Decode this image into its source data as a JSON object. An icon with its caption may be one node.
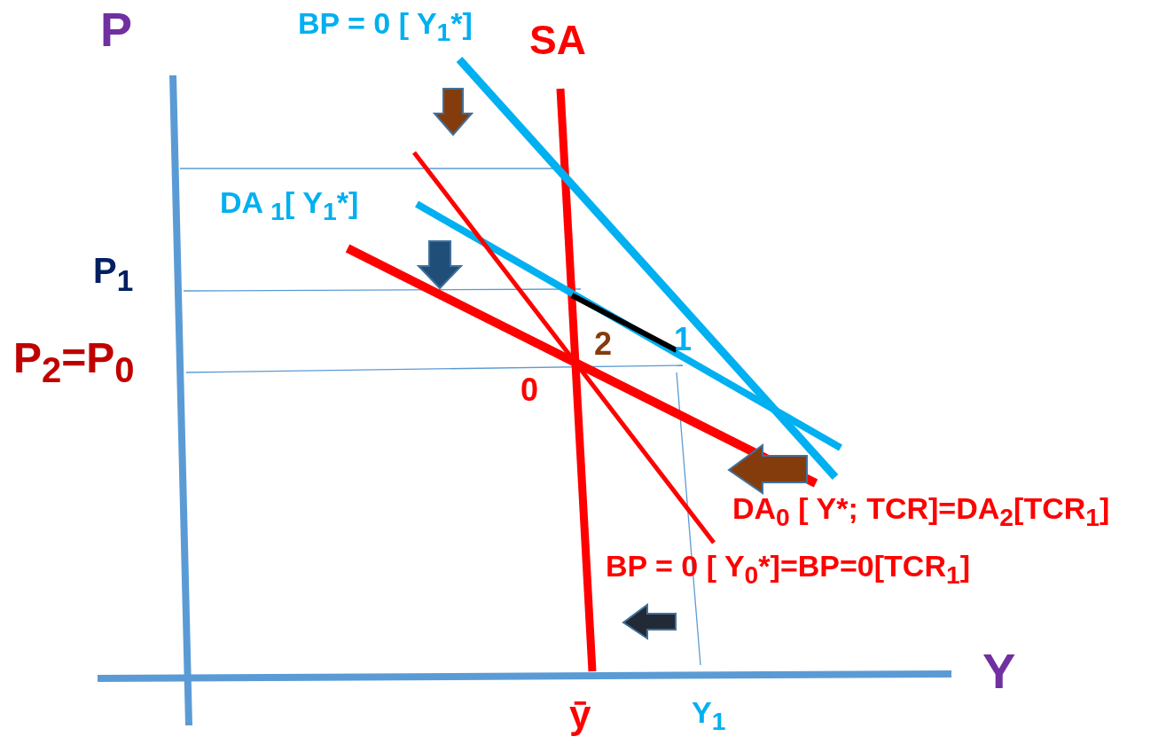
{
  "diagram": {
    "labels": [
      "P",
      "BP = 0 [ Y$_{1}$*]",
      "SA",
      "DA $_{1}$[ Y$_{1}$*]",
      "P$_{1}$",
      "P$_{2}$=P$_{0}$",
      "2",
      "1",
      "0",
      "DA$_{0}$ [ Y*; TCR]=DA$_{2}$[TCR$_{1}$]",
      "BP = 0 [ Y$_{0}$*]=BP=0[TCR$_{1}$]",
      "Y",
      "ȳ",
      "Y$_{1}$"
    ]
  }
}
